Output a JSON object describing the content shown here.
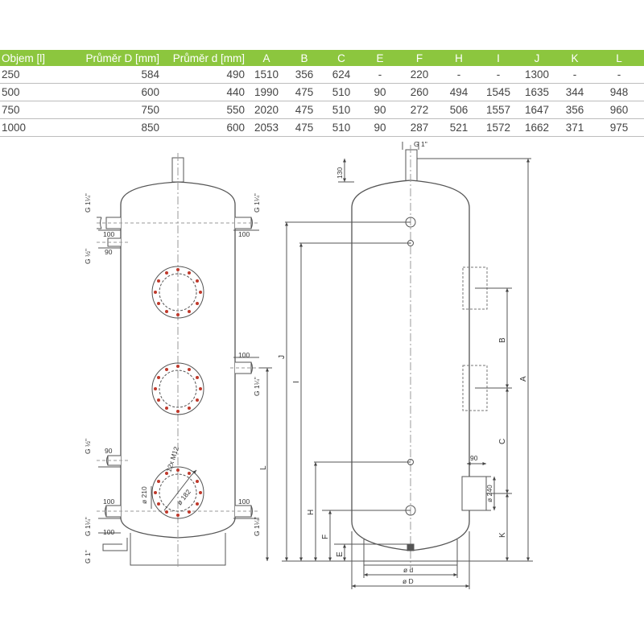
{
  "table": {
    "headers": [
      "Objem [l]",
      "Průměr D [mm]",
      "Průměr d [mm]",
      "A",
      "B",
      "C",
      "E",
      "F",
      "H",
      "I",
      "J",
      "K",
      "L"
    ],
    "rows": [
      [
        "250",
        "584",
        "490",
        "1510",
        "356",
        "624",
        "-",
        "220",
        "-",
        "-",
        "1300",
        "-",
        "-"
      ],
      [
        "500",
        "600",
        "440",
        "1990",
        "475",
        "510",
        "90",
        "260",
        "494",
        "1545",
        "1635",
        "344",
        "948"
      ],
      [
        "750",
        "750",
        "550",
        "2020",
        "475",
        "510",
        "90",
        "272",
        "506",
        "1557",
        "1647",
        "356",
        "960"
      ],
      [
        "1000",
        "850",
        "600",
        "2053",
        "475",
        "510",
        "90",
        "287",
        "521",
        "1572",
        "1662",
        "371",
        "975"
      ]
    ],
    "header_color": "#8cc63e"
  },
  "front_view": {
    "thread_top_left": "G 1¼\"",
    "thread_top_right": "G 1¼\"",
    "dim_100_top_left": "100",
    "dim_100_top_right": "100",
    "thread_upper_half": "G ½\"",
    "dim_90_upper": "90",
    "dim_100_mid_right": "100",
    "thread_mid_right": "G 1¼\"",
    "thread_lower_half": "G ½\"",
    "dim_90_lower": "90",
    "flange_bolts": "12x M12",
    "flange_outer": "ø 210",
    "flange_inner": "ø 182",
    "dim_100_bottom_left": "100",
    "dim_100_bottom_right": "100",
    "thread_bottom_left": "G 1¼\"",
    "thread_bottom_right": "G 1¼\"",
    "dim_100_drain": "100",
    "thread_drain": "G 1\"",
    "dim_L": "L"
  },
  "side_view": {
    "thread_top": "G 1\"",
    "dim_130": "130",
    "dim_J": "J",
    "dim_I": "I",
    "dim_H": "H",
    "dim_F": "F",
    "dim_E": "E",
    "dim_B": "B",
    "dim_A": "A",
    "dim_C": "C",
    "dim_K": "K",
    "dim_90": "90",
    "dim_240": "ø 240",
    "dim_d": "ø d",
    "dim_D": "ø D"
  }
}
